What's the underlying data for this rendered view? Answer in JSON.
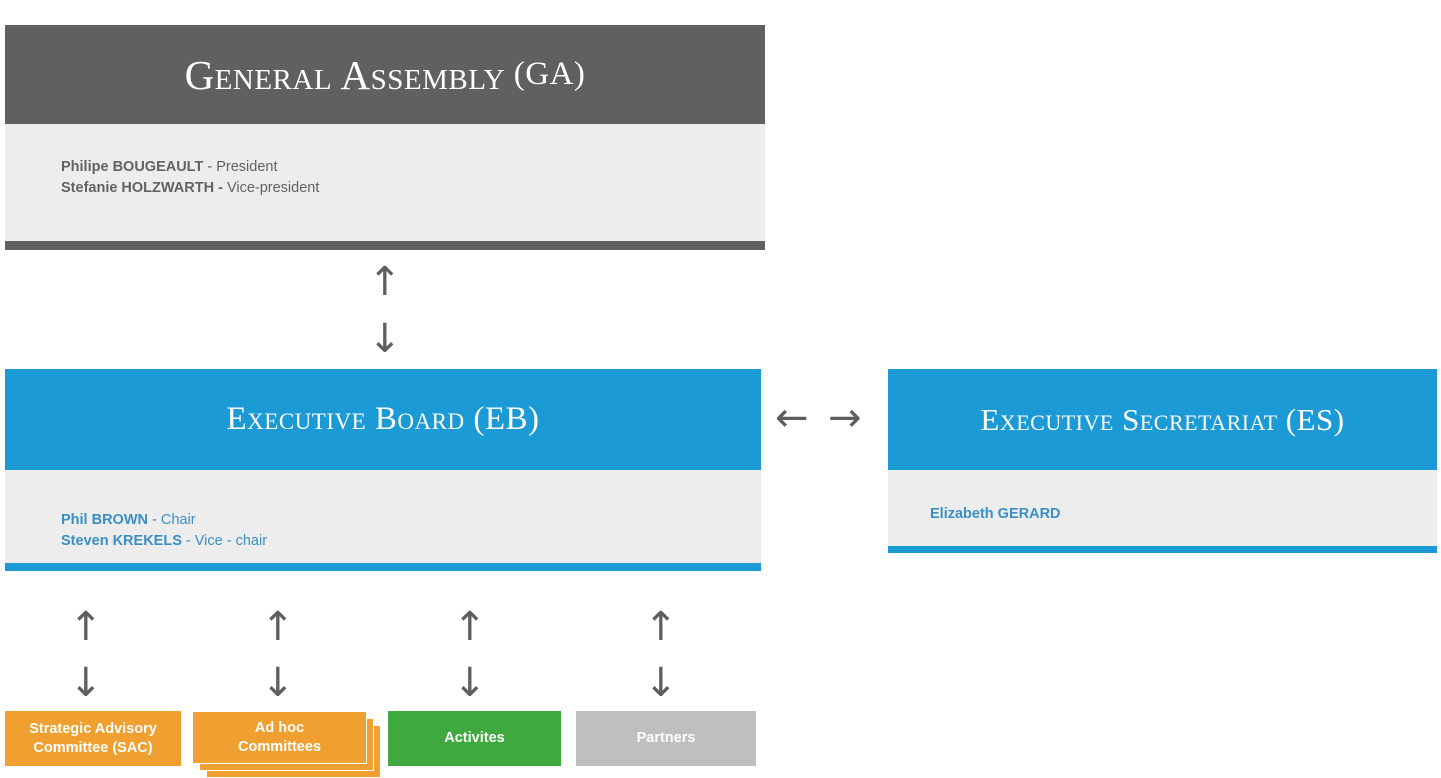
{
  "diagram": {
    "title": "Organizational structure chart",
    "colors": {
      "dark_gray": "#606060",
      "blue": "#1B9AD6",
      "light_gray_panel": "#EDEDED",
      "orange": "#F0A030",
      "green": "#3FA93F",
      "gray": "#BFBFBF",
      "arrow_gray": "#5E5E5E",
      "gray_text": "#626262",
      "blue_text": "#3A8FC4"
    }
  },
  "general_assembly": {
    "title_main": "General Assembly",
    "title_abbr": "(GA)",
    "members": [
      {
        "name": "Philipe BOUGEAULT",
        "role": " - President"
      },
      {
        "name": "Stefanie HOLZWARTH -",
        "role": " Vice-president"
      }
    ]
  },
  "executive_board": {
    "title": "Executive Board (EB)",
    "members": [
      {
        "name": "Phil BROWN",
        "role": " - Chair"
      },
      {
        "name": "Steven KREKELS",
        "role": " - Vice - chair"
      }
    ]
  },
  "executive_secretariat": {
    "title": "Executive Secretariat (ES)",
    "members": [
      {
        "name": "Elizabeth GERARD",
        "role": ""
      }
    ]
  },
  "connectors": {
    "ga_eb_up": "↑",
    "ga_eb_down": "↓",
    "eb_es_left": "←",
    "eb_es_right": "→",
    "leaf_up": "↑",
    "leaf_down": "↓"
  },
  "leaf_boxes": [
    {
      "label_line1": "Strategic Advisory",
      "label_line2": "Committee (SAC)",
      "color": "orange",
      "stacked": false
    },
    {
      "label_line1": "Ad hoc",
      "label_line2": "Committees",
      "color": "orange",
      "stacked": true
    },
    {
      "label_line1": "Activites",
      "label_line2": "",
      "color": "green",
      "stacked": false
    },
    {
      "label_line1": "Partners",
      "label_line2": "",
      "color": "gray",
      "stacked": false
    }
  ]
}
